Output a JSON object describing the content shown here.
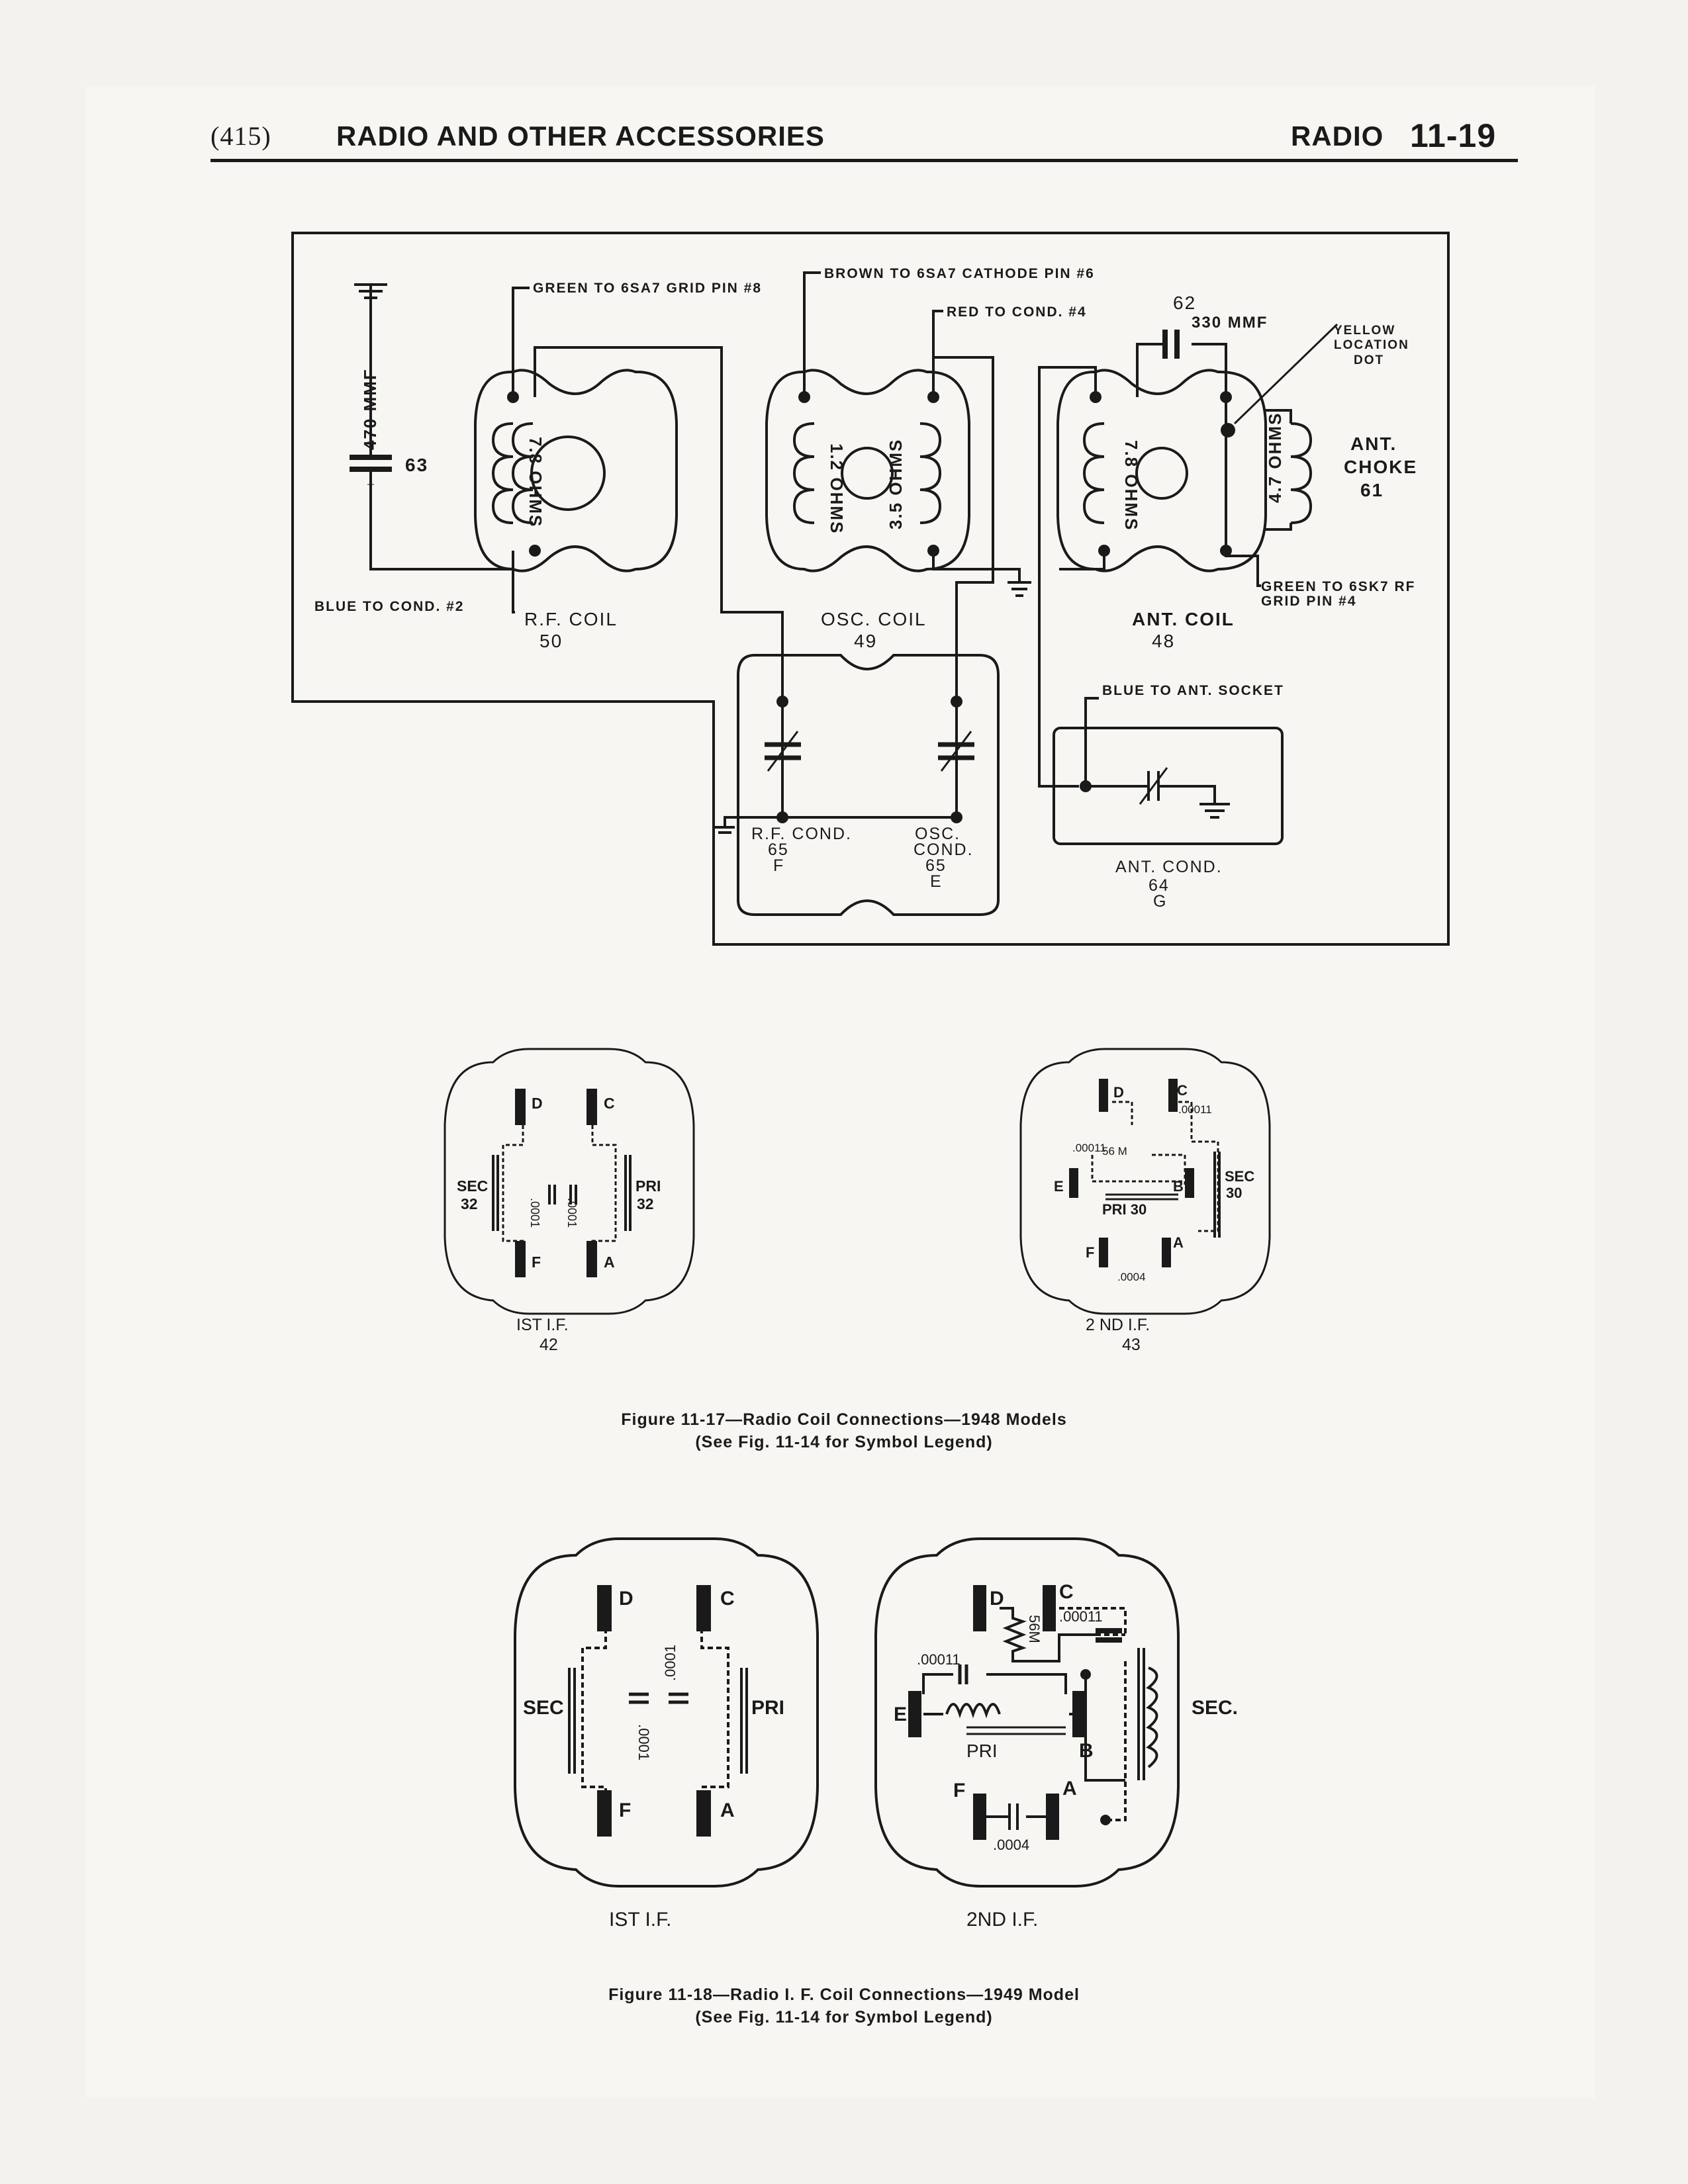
{
  "header": {
    "page_ref": "(415)",
    "title": "RADIO AND OTHER ACCESSORIES",
    "section": "RADIO",
    "page_number": "11-19"
  },
  "fig17": {
    "labels": {
      "green_6sa7": "GREEN TO 6SA7 GRID PIN #8",
      "brown_6sa7": "BROWN TO 6SA7 CATHODE PIN #6",
      "red_cond": "RED TO COND. #4",
      "cap62_num": "62",
      "cap62_val": "330 MMF",
      "yellow1": "YELLOW",
      "yellow2": "LOCATION",
      "yellow3": "DOT",
      "cap470": "470 MMF",
      "cap63": "63",
      "rf_ohms": "7.8 OHMS",
      "osc_ohms1": "1.2 OHMS",
      "osc_ohms2": "3.5 OHMS",
      "ant_ohms": "7.8 OHMS",
      "choke_ohms": "4.7 OHMS",
      "ant_choke1": "ANT.",
      "ant_choke2": "CHOKE",
      "ant_choke3": "61",
      "blue_cond": "BLUE TO COND. #2",
      "rf_coil": "R.F. COIL",
      "rf_coil_num": "50",
      "osc_coil": "OSC. COIL",
      "osc_coil_num": "49",
      "ant_coil": "ANT. COIL",
      "ant_coil_num": "48",
      "green_6sk7_1": "GREEN TO 6SK7 RF",
      "green_6sk7_2": "GRID PIN #4",
      "blue_ant": "BLUE TO ANT. SOCKET",
      "rf_cond1": "R.F. COND.",
      "rf_cond2": "65",
      "rf_cond3": "F",
      "osc_cond1": "OSC.",
      "osc_cond2": "COND.",
      "osc_cond3": "65",
      "osc_cond4": "E",
      "ant_cond1": "ANT. COND.",
      "ant_cond2": "64",
      "ant_cond3": "G"
    },
    "if1": {
      "D": "D",
      "C": "C",
      "F": "F",
      "A": "A",
      "sec": "SEC",
      "sec_num": "32",
      "pri": "PRI",
      "pri_num": "32",
      "cap1": ".0001",
      "cap2": ".0001",
      "name": "IST I.F.",
      "num": "42"
    },
    "if2": {
      "D": "D",
      "C": "C",
      "E": "E",
      "B": "B",
      "F": "F",
      "A": "A",
      "res": "56 M",
      "cap_c": ".00011",
      "cap_e": ".00011",
      "cap_f": ".0004",
      "pri": "PRI 30",
      "sec": "SEC",
      "sec_num": "30",
      "name": "2 ND I.F.",
      "num": "43"
    },
    "caption1": "Figure 11-17—Radio Coil Connections—1948 Models",
    "caption2": "(See Fig. 11-14 for Symbol Legend)"
  },
  "fig18": {
    "if1": {
      "D": "D",
      "C": "C",
      "F": "F",
      "A": "A",
      "sec": "SEC",
      "pri": "PRI",
      "cap1": ".0001",
      "cap2": ".0001",
      "name": "IST I.F."
    },
    "if2": {
      "D": "D",
      "C": "C",
      "E": "E",
      "B": "B",
      "F": "F",
      "A": "A",
      "res": "56M",
      "cap_c": ".00011",
      "cap_e": ".00011",
      "cap_f": ".0004",
      "pri": "PRI",
      "sec": "SEC.",
      "name": "2ND I.F."
    },
    "caption1": "Figure 11-18—Radio I. F. Coil Connections—1949 Model",
    "caption2": "(See Fig. 11-14 for Symbol Legend)"
  }
}
